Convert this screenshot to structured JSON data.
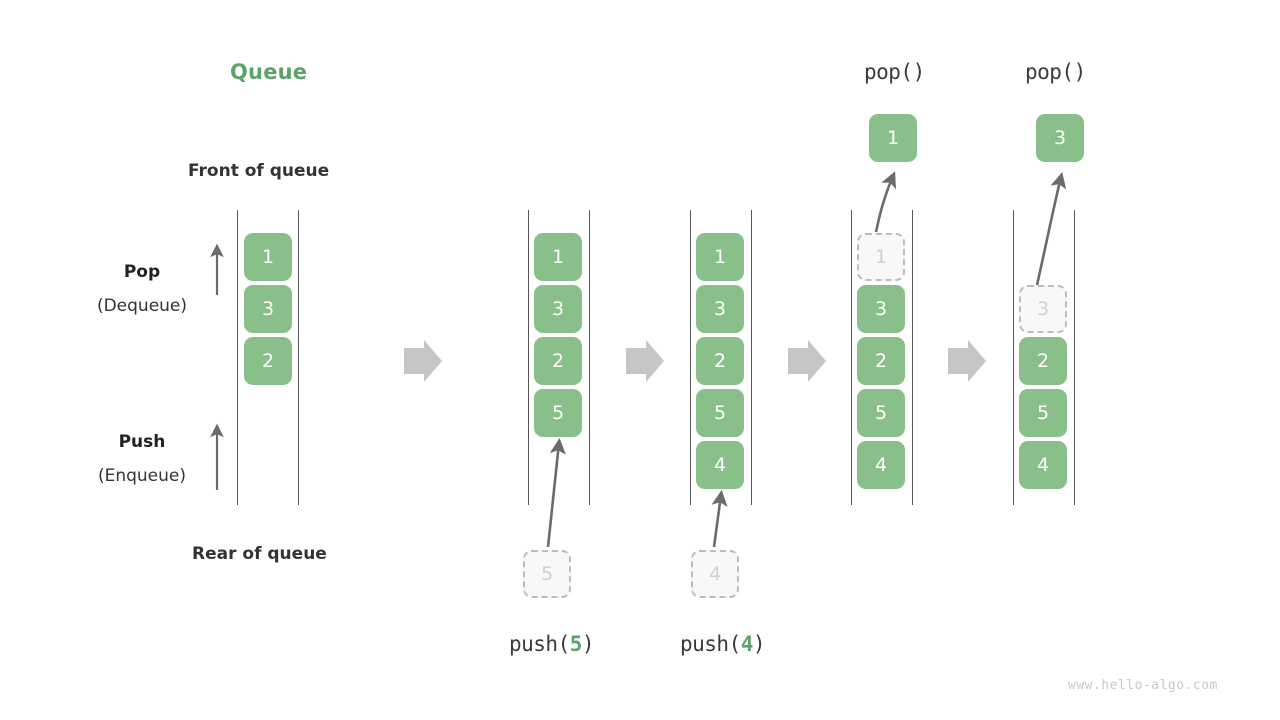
{
  "meta": {
    "title": "Queue",
    "watermark": "www.hello-algo.com",
    "accent_green": "#5aa469",
    "cell_green": "#89bf89",
    "ghost_gray": "#d0d0d0",
    "chevron_gray": "#c6c6c6",
    "arrow_gray": "#6b6b6b"
  },
  "labels": {
    "front_of_queue": "Front of queue",
    "rear_of_queue": "Rear of queue",
    "pop_title": "Pop",
    "pop_sub": "(Dequeue)",
    "push_title": "Push",
    "push_sub": "(Enqueue)"
  },
  "operations": {
    "push5_prefix": "push(",
    "push5_value": "5",
    "push5_suffix": ")",
    "push4_prefix": "push(",
    "push4_value": "4",
    "push4_suffix": ")",
    "pop1_label": "pop()",
    "pop2_label": "pop()"
  },
  "columns": [
    {
      "name": "initial-queue",
      "cells": [
        {
          "value": "1",
          "state": "solid"
        },
        {
          "value": "3",
          "state": "solid"
        },
        {
          "value": "2",
          "state": "solid"
        }
      ],
      "detached": null,
      "caption": null
    },
    {
      "name": "after-push-5",
      "cells": [
        {
          "value": "1",
          "state": "solid"
        },
        {
          "value": "3",
          "state": "solid"
        },
        {
          "value": "2",
          "state": "solid"
        },
        {
          "value": "5",
          "state": "solid"
        }
      ],
      "detached": {
        "value": "5",
        "state": "ghost",
        "position": "below"
      },
      "caption": "push(5)"
    },
    {
      "name": "after-push-4",
      "cells": [
        {
          "value": "1",
          "state": "solid"
        },
        {
          "value": "3",
          "state": "solid"
        },
        {
          "value": "2",
          "state": "solid"
        },
        {
          "value": "5",
          "state": "solid"
        },
        {
          "value": "4",
          "state": "solid"
        }
      ],
      "detached": {
        "value": "4",
        "state": "ghost",
        "position": "below"
      },
      "caption": "push(4)"
    },
    {
      "name": "after-pop-1",
      "cells": [
        {
          "value": "1",
          "state": "ghost"
        },
        {
          "value": "3",
          "state": "solid"
        },
        {
          "value": "2",
          "state": "solid"
        },
        {
          "value": "5",
          "state": "solid"
        },
        {
          "value": "4",
          "state": "solid"
        }
      ],
      "detached": {
        "value": "1",
        "state": "solid",
        "position": "above"
      },
      "caption": "pop()"
    },
    {
      "name": "after-pop-3",
      "cells": [
        {
          "value": "",
          "state": "empty"
        },
        {
          "value": "3",
          "state": "ghost"
        },
        {
          "value": "2",
          "state": "solid"
        },
        {
          "value": "5",
          "state": "solid"
        },
        {
          "value": "4",
          "state": "solid"
        }
      ],
      "detached": {
        "value": "3",
        "state": "solid",
        "position": "above"
      },
      "caption": "pop()"
    }
  ]
}
